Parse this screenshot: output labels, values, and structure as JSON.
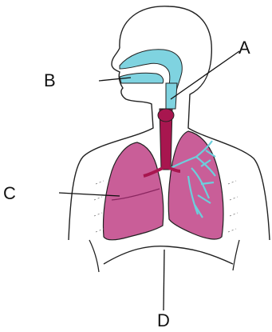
{
  "labels": {
    "a": "A",
    "b": "B",
    "c": "C",
    "d": "D"
  },
  "colors": {
    "outline": "#222222",
    "airway": "#7fd3e0",
    "trachea": "#a8164f",
    "lung": "#c95e98",
    "lung_shade": "#8a2660",
    "bronchi": "#6ccfdc"
  }
}
